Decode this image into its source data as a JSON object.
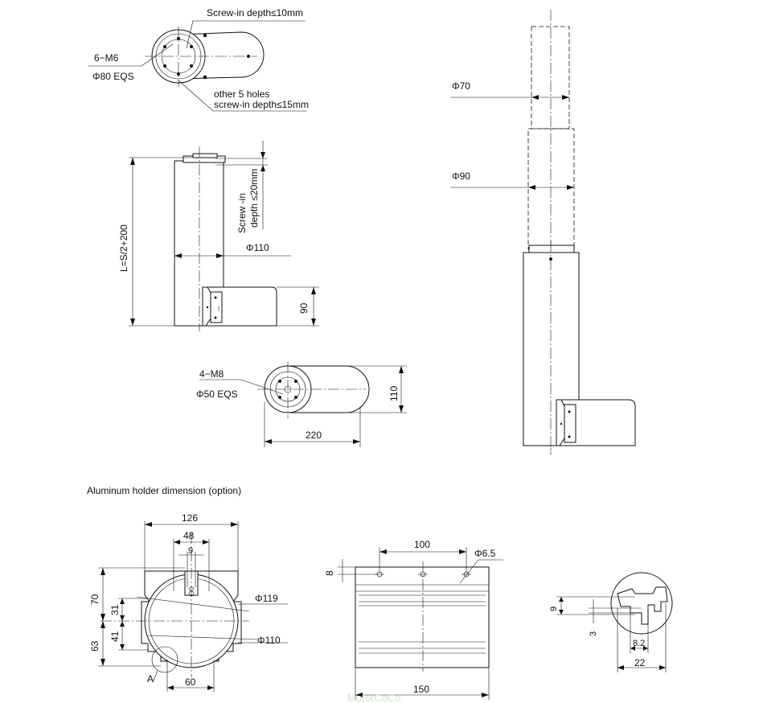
{
  "top_view": {
    "screw_depth_10": "Screw-in depth≤10mm",
    "m6": "6−M6",
    "eqs80": "Φ80  EQS",
    "other_holes": "other 5 holes",
    "screw_depth_15": "screw-in depth≤15mm"
  },
  "side_view": {
    "length": "L=S/2+200",
    "screw_in": "Screw -in",
    "depth_20": "depth ≤20mm",
    "dia_110": "Φ110",
    "dim_90": "90"
  },
  "bottom_view": {
    "m8": "4−M8",
    "eqs50": "Φ50  EQS",
    "dim_110": "110",
    "dim_220": "220"
  },
  "extended_view": {
    "dia_70": "Φ70",
    "dia_90": "Φ90"
  },
  "holder": {
    "caption": "Aluminum holder dimension (option)",
    "dim_126": "126",
    "dim_48": "48",
    "dim_9": "9",
    "dim_70": "70",
    "dim_31": "31",
    "dim_41": "41",
    "dim_63": "63",
    "dia_119": "Φ119",
    "dia_110": "Φ110",
    "label_a": "A",
    "dim_60": "60",
    "dim_100": "100",
    "dia_6_5": "Φ6.5",
    "dim_8": "8",
    "dim_150": "150",
    "detail_9": "9",
    "detail_3": "3",
    "detail_8_2": "8.2",
    "detail_22": "22"
  },
  "watermark": "MotorCoCo"
}
